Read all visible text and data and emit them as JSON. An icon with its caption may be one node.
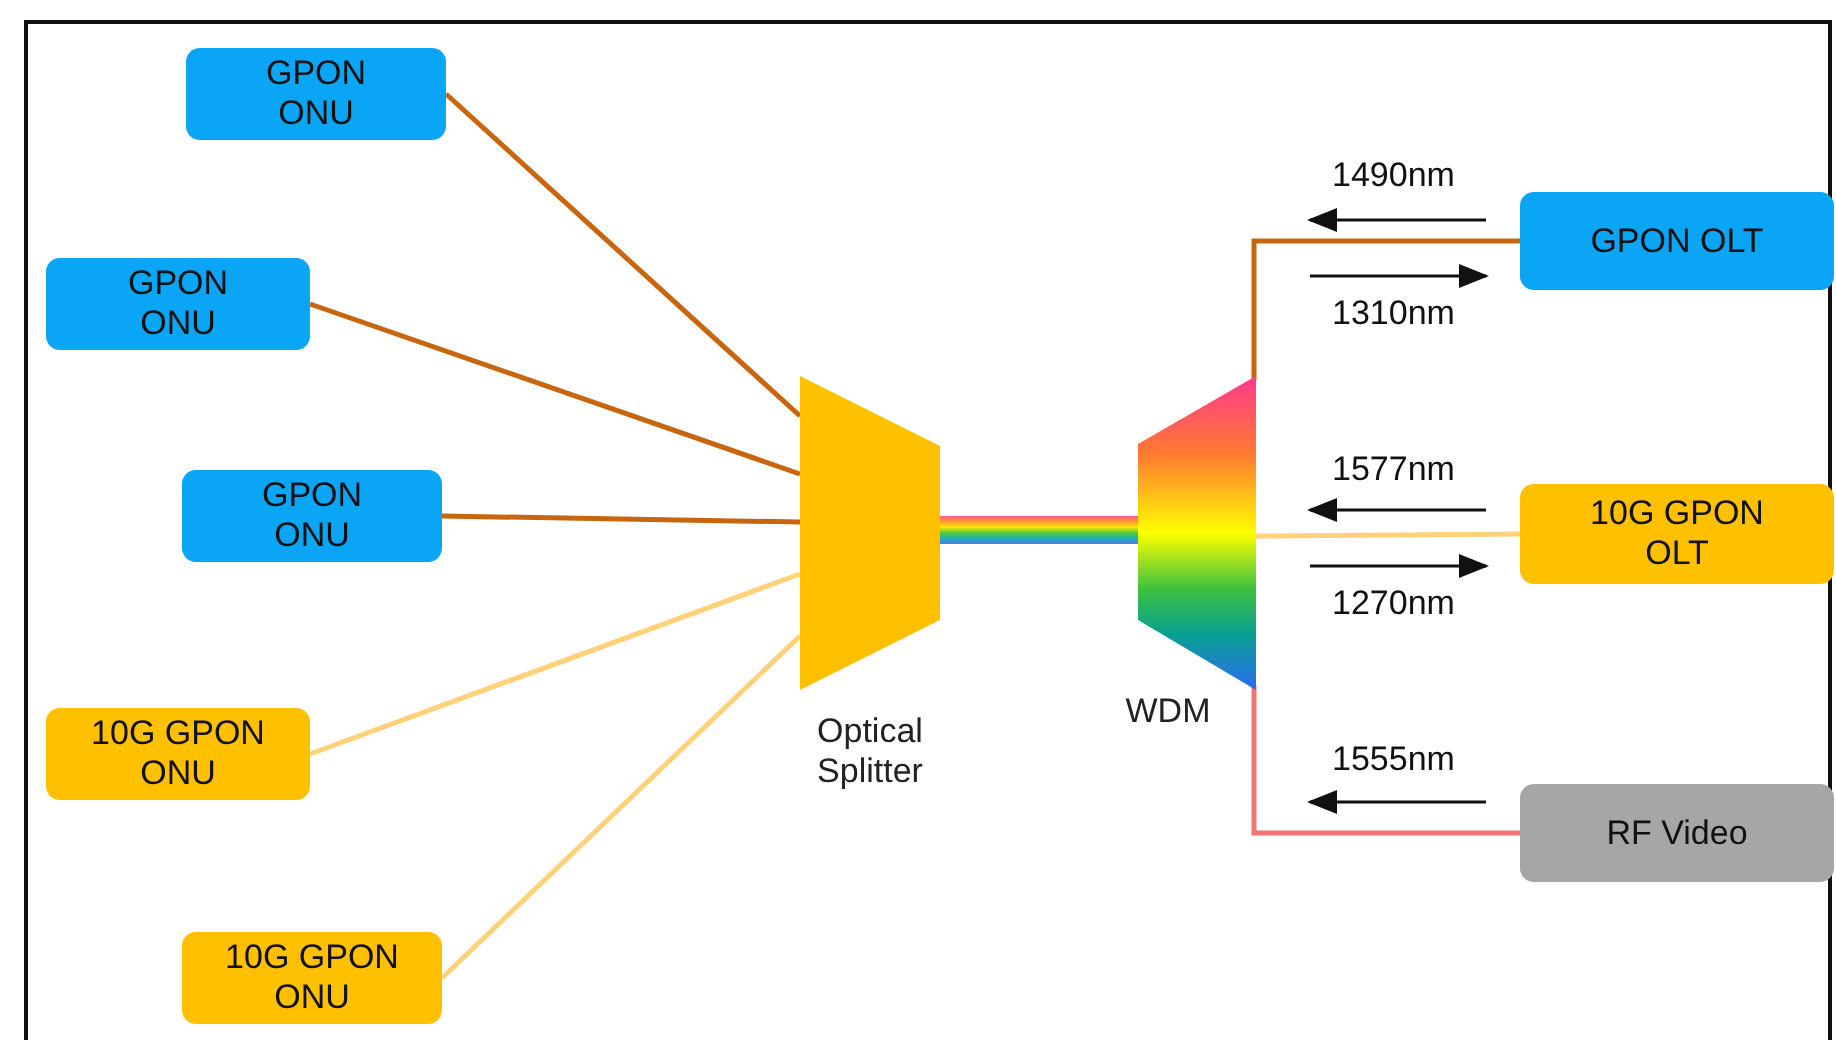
{
  "diagram": {
    "nodes": [
      {
        "text": [
          "GPON ONU"
        ]
      },
      {
        "text": [
          "GPON ONU"
        ]
      },
      {
        "text": [
          "GPON ONU"
        ]
      },
      {
        "text": [
          "10G GPON ONU"
        ]
      },
      {
        "text": [
          "10G GPON ONU"
        ]
      },
      {
        "text": [
          "Optical Splitter"
        ]
      },
      {
        "text": [
          "WDM"
        ]
      },
      {
        "text": [
          "GPON OLT"
        ]
      },
      {
        "text": [
          "10G GPON OLT"
        ]
      },
      {
        "text": [
          "RF Video"
        ]
      }
    ],
    "edges": [
      {
        "from": 0,
        "to": 5,
        "arrow": "none"
      },
      {
        "from": 1,
        "to": 5,
        "arrow": "none"
      },
      {
        "from": 2,
        "to": 5,
        "arrow": "none"
      },
      {
        "from": 3,
        "to": 5,
        "arrow": "none",
        "color": "#ffd27a"
      },
      {
        "from": 4,
        "to": 5,
        "arrow": "none",
        "color": "#ffd27a"
      },
      {
        "from": 5,
        "to": 6,
        "arrow": "none",
        "style": "thick"
      },
      {
        "from": 7,
        "to": 6,
        "arrow": "none"
      },
      {
        "from": 8,
        "to": 6,
        "arrow": "none",
        "color": "#ffd27a"
      },
      {
        "from": 9,
        "to": 6,
        "arrow": "none",
        "color": "#f27474"
      }
    ],
    "labels": [
      "1490nm",
      "1310nm",
      "1577nm",
      "1270nm",
      "1555nm"
    ]
  }
}
